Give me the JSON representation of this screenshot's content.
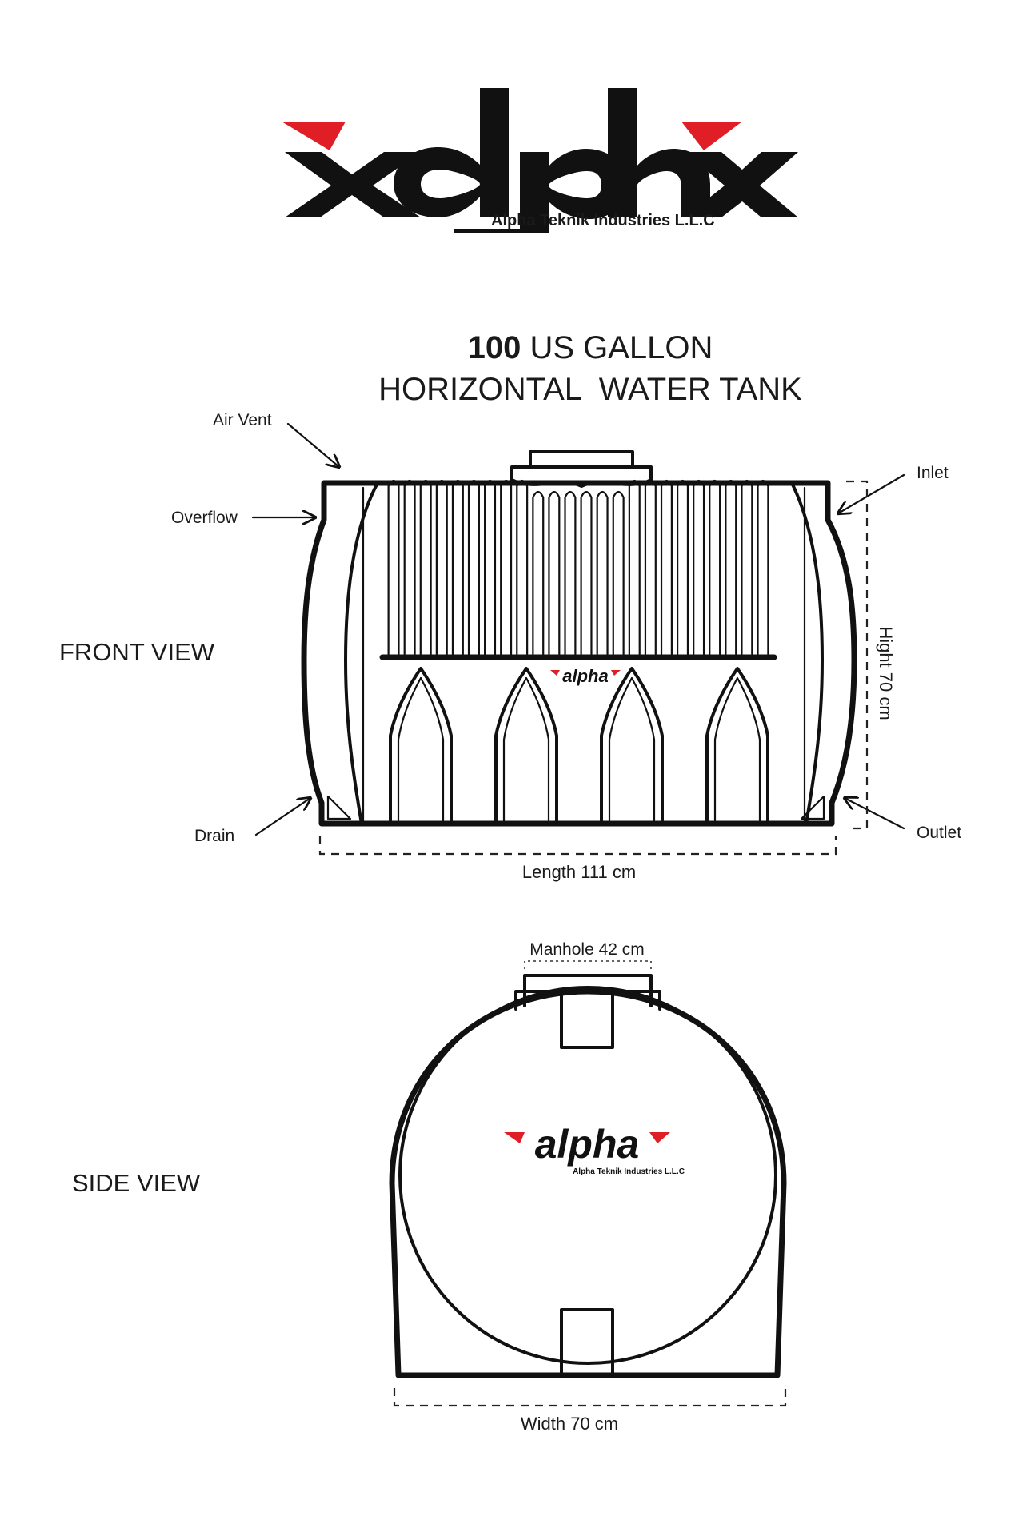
{
  "brand": {
    "logo_text": "alpha",
    "company": "Alpha Teknik Industries L.L.C",
    "accent_color": "#e01e26",
    "ink_color": "#111111"
  },
  "title": {
    "capacity_bold": "100",
    "capacity_rest": " US GALLON",
    "line2": "HORIZONTAL  WATER TANK"
  },
  "front_view": {
    "label": "FRONT VIEW",
    "callouts": {
      "air_vent": "Air Vent",
      "overflow": "Overflow",
      "inlet": "Inlet",
      "drain": "Drain",
      "outlet": "Outlet"
    },
    "length": "Length 111 cm",
    "height": "Hight 70 cm"
  },
  "side_view": {
    "label": "SIDE VIEW",
    "manhole": "Manhole 42 cm",
    "width": "Width 70 cm"
  }
}
